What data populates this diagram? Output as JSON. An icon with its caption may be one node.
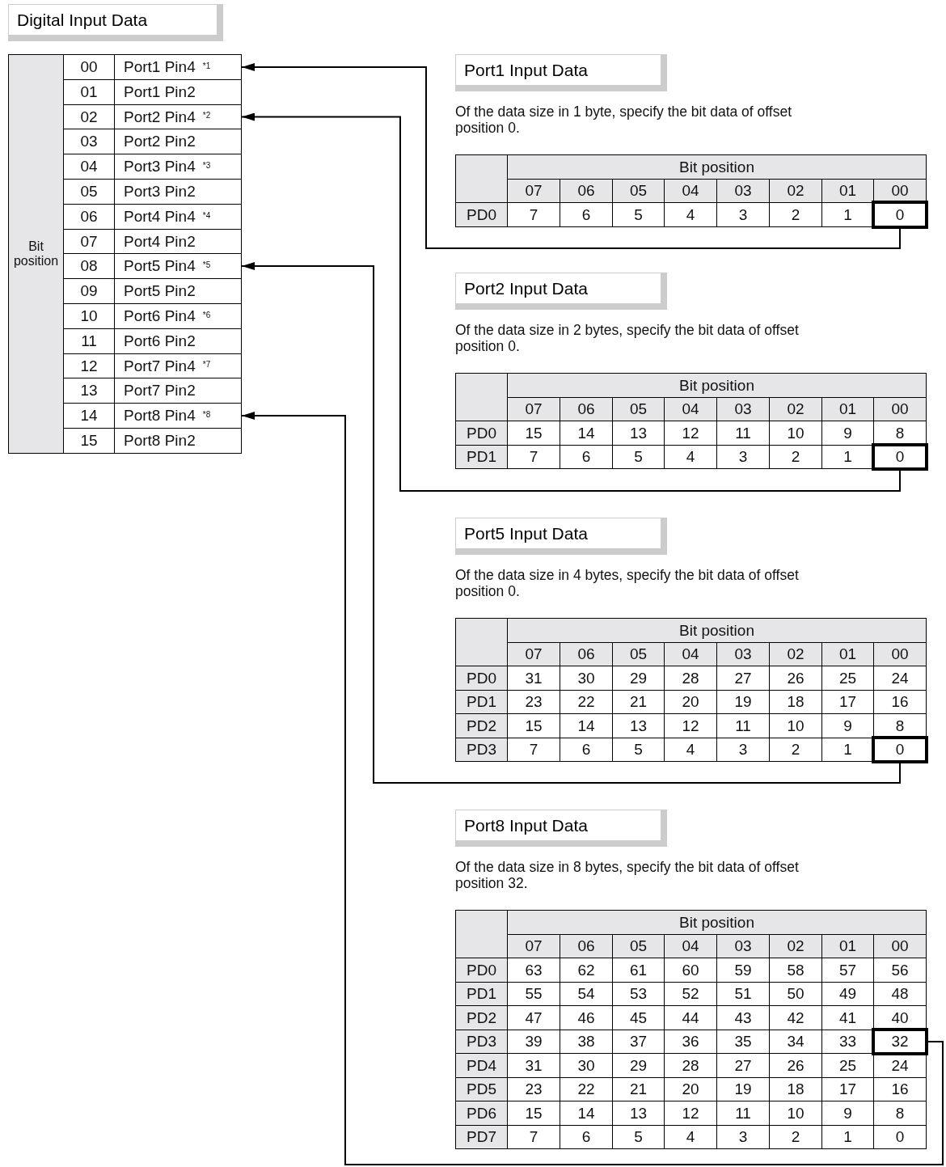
{
  "diagram": {
    "title": "Digital Input Data",
    "nodes": [
      {
        "text": [
          "Port1 Pin4 $^{*1}$"
        ]
      },
      {
        "text": [
          "Port2 Pin4 $^{*2}$"
        ]
      },
      {
        "text": [
          "Port5 Pin4 $^{*5}$"
        ]
      },
      {
        "text": [
          "Port8 Pin4 $^{*8}$"
        ]
      },
      {
        "text": [
          "0"
        ]
      },
      {
        "text": [
          "0"
        ]
      },
      {
        "text": [
          "0"
        ]
      },
      {
        "text": [
          "32"
        ]
      }
    ],
    "edges": [
      {
        "from": 4,
        "to": 0,
        "arrow": "to"
      },
      {
        "from": 5,
        "to": 1,
        "arrow": "to"
      },
      {
        "from": 6,
        "to": 2,
        "arrow": "to"
      },
      {
        "from": 7,
        "to": 3,
        "arrow": "to"
      }
    ],
    "labels": [
      "Bit position",
      "00",
      "01",
      "Port1 Pin2",
      "02",
      "03",
      "Port2 Pin2",
      "04",
      "Port3 Pin4 $^{*3}$",
      "05",
      "Port3 Pin2",
      "06",
      "Port4 Pin4 $^{*4}$",
      "07",
      "Port4 Pin2",
      "08",
      "09",
      "Port5 Pin2",
      "10",
      "Port6 Pin4 $^{*6}$",
      "11",
      "Port6 Pin2",
      "12",
      "Port7 Pin4 $^{*7}$",
      "13",
      "Port7 Pin2",
      "14",
      "15",
      "Port8 Pin2",
      "Port1 Input Data",
      "Of the data size in 1 byte, specify the bit data of offset position 0.",
      "Bit position",
      "07",
      "06",
      "05",
      "04",
      "03",
      "02",
      "01",
      "00",
      "PD0",
      "7",
      "6",
      "5",
      "4",
      "3",
      "2",
      "1",
      "Port2 Input Data",
      "Of the data size in 2 bytes, specify the bit data of offset position 0.",
      "Bit position",
      "07",
      "06",
      "05",
      "04",
      "03",
      "02",
      "01",
      "00",
      "PD0",
      "15",
      "14",
      "13",
      "12",
      "11",
      "10",
      "9",
      "8",
      "PD1",
      "7",
      "6",
      "5",
      "4",
      "3",
      "2",
      "1",
      "Port5 Input Data",
      "Of the data size in 4 bytes, specify the bit data of offset position 0.",
      "Bit position",
      "07",
      "06",
      "05",
      "04",
      "03",
      "02",
      "01",
      "00",
      "PD0",
      "31",
      "30",
      "29",
      "28",
      "27",
      "26",
      "25",
      "24",
      "PD1",
      "23",
      "22",
      "21",
      "20",
      "19",
      "18",
      "17",
      "16",
      "PD2",
      "15",
      "14",
      "13",
      "12",
      "11",
      "10",
      "9",
      "8",
      "PD3",
      "7",
      "6",
      "5",
      "4",
      "3",
      "2",
      "1",
      "Port8 Input Data",
      "Of the data size in 8 bytes, specify the bit data of offset position 32.",
      "Bit position",
      "07",
      "06",
      "05",
      "04",
      "03",
      "02",
      "01",
      "00",
      "PD0",
      "63",
      "62",
      "61",
      "60",
      "59",
      "58",
      "57",
      "56",
      "PD1",
      "55",
      "54",
      "53",
      "52",
      "51",
      "50",
      "49",
      "48",
      "PD2",
      "47",
      "46",
      "45",
      "44",
      "43",
      "42",
      "41",
      "40",
      "PD3",
      "39",
      "38",
      "37",
      "36",
      "35",
      "34",
      "33",
      "PD4",
      "31",
      "30",
      "29",
      "28",
      "27",
      "26",
      "25",
      "24",
      "PD5",
      "23",
      "22",
      "21",
      "20",
      "19",
      "18",
      "17",
      "16",
      "PD6",
      "15",
      "14",
      "13",
      "12",
      "11",
      "10",
      "9",
      "8",
      "PD7",
      "7",
      "6",
      "5",
      "4",
      "3",
      "2",
      "1",
      "0"
    ]
  }
}
